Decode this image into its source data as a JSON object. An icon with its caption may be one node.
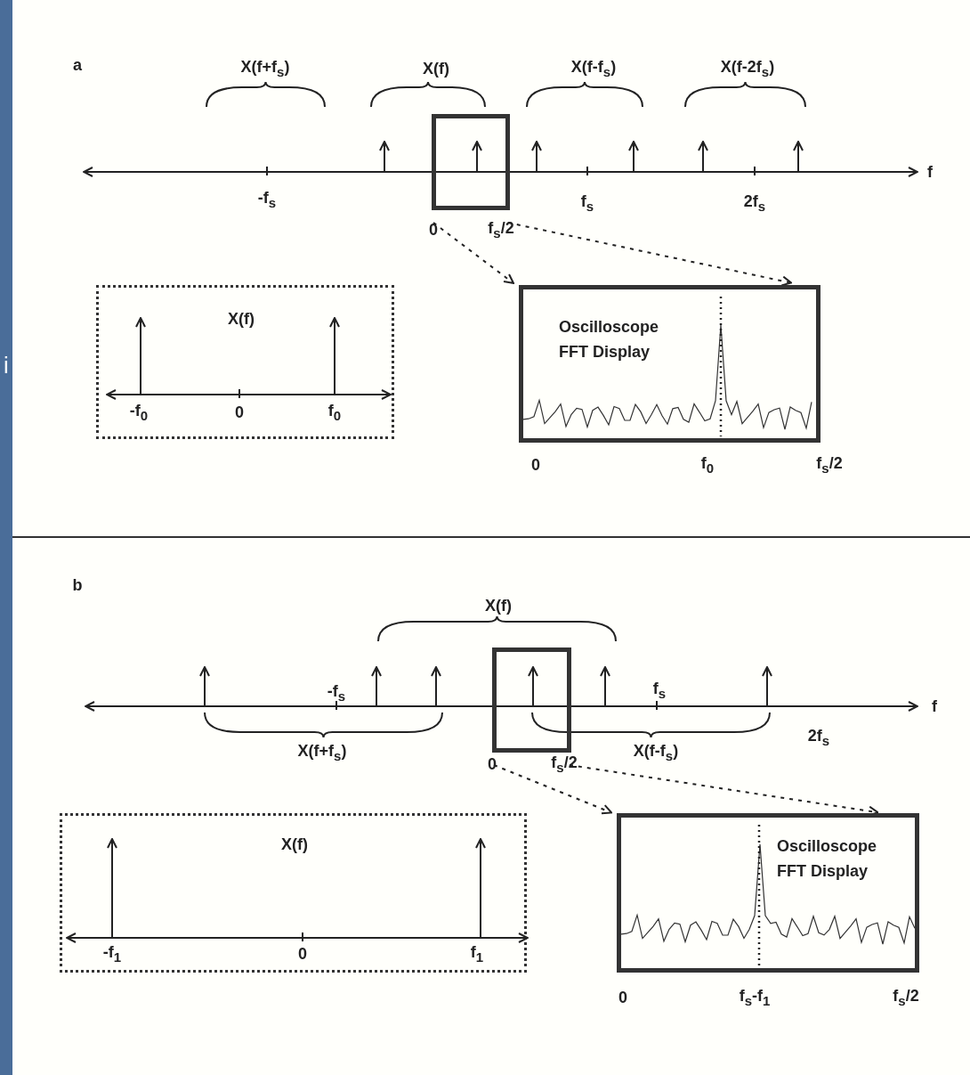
{
  "diagram": {
    "nodes": [
      {
        "text": [],
        "shape": "box"
      },
      {
        "text": [
          "X(f)",
          "-f$_{0}$",
          "0",
          "f$_{0}$"
        ]
      },
      {
        "text": [
          "Oscilloscope FFT Display"
        ]
      },
      {
        "text": [],
        "shape": "box"
      },
      {
        "text": [
          "X(f)",
          "-f$_{1}$",
          "0",
          "f$_{1}$"
        ]
      },
      {
        "text": [
          "Oscilloscope FFT Display"
        ]
      }
    ],
    "edges": [
      {
        "from": 0,
        "to": 2,
        "arrow": "to",
        "style": "dashed"
      },
      {
        "from": 0,
        "to": 2,
        "arrow": "to",
        "style": "dashed"
      },
      {
        "from": 3,
        "to": 5,
        "arrow": "to",
        "style": "dashed"
      },
      {
        "from": 3,
        "to": 5,
        "arrow": "to",
        "style": "dashed"
      }
    ],
    "labels": [
      "a",
      "X(f+f$_{s}$)",
      "X(f)",
      "X(f-f$_{s}$)",
      "X(f-2f$_{s}$)",
      "f",
      "-f$_{s}$",
      "f$_{s}$",
      "2f$_{s}$",
      "0",
      "f$_{s}$/2",
      "0",
      "f$_{0}$",
      "f$_{s}$/2",
      "b",
      "X(f)",
      "-f$_{s}$",
      "f$_{s}$",
      "f",
      "X(f+f$_{s}$)",
      "X(f-f$_{s}$)",
      "2f$_{s}$",
      "0",
      "f$_{s}$/2",
      "0",
      "f$_{s}$-f$_{1}$",
      "f$_{s}$/2",
      "i"
    ]
  }
}
